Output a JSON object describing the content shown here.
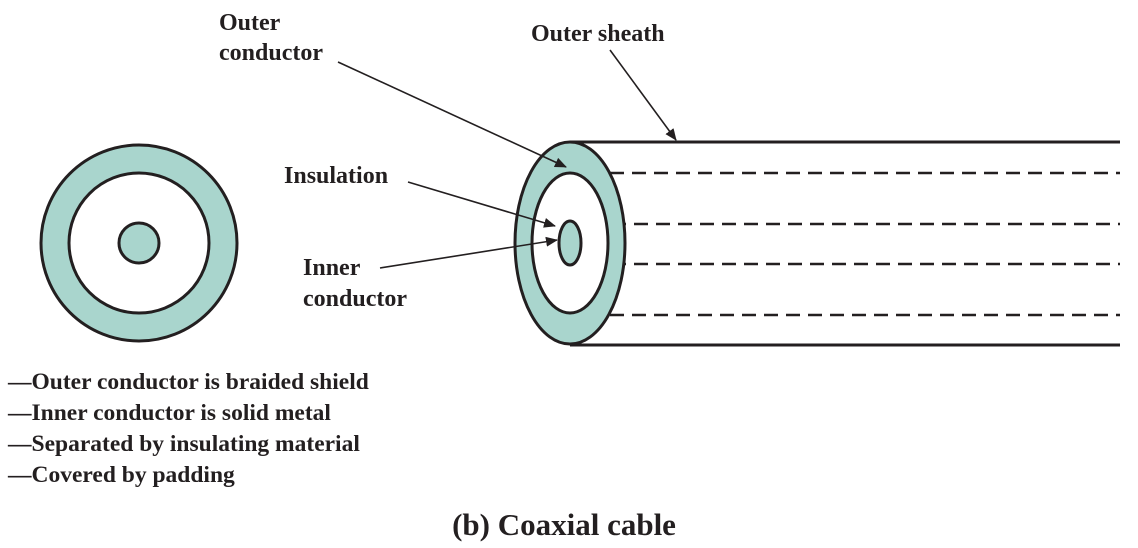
{
  "colors": {
    "conductor_fill": "#a9d5cd",
    "stroke": "#231f20",
    "background": "#ffffff"
  },
  "labels": {
    "outer_conductor": [
      "Outer",
      "conductor"
    ],
    "outer_sheath": "Outer sheath",
    "insulation": "Insulation",
    "inner_conductor": [
      "Inner",
      "conductor"
    ]
  },
  "notes": [
    "—Outer conductor is braided shield",
    "—Inner conductor is solid metal",
    "—Separated by insulating material",
    "—Covered by padding"
  ],
  "caption": "(b) Coaxial cable"
}
